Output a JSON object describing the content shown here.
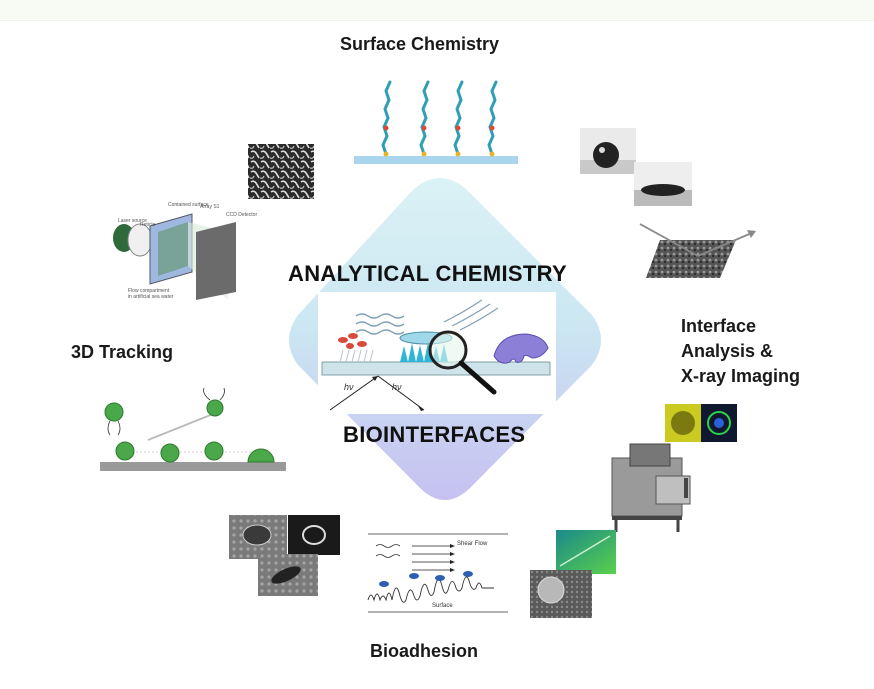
{
  "labels": {
    "surface_chemistry": "Surface Chemistry",
    "tracking_3d": "3D Tracking",
    "interface_analysis": "Interface\nAnalysis &\nX-ray Imaging",
    "bioadhesion": "Bioadhesion",
    "analytical_chemistry": "ANALYTICAL CHEMISTRY",
    "biointerfaces": "BIOINTERFACES"
  },
  "annotations": {
    "shear_flow": "Shear Flow",
    "surface": "Surface",
    "hv": "hν"
  },
  "colors": {
    "diamond_top": "#bfe6ef",
    "diamond_bottom": "#c8c3ee",
    "substrate": "#cfe4ea",
    "molecule_blue": "#3aa9c8",
    "molecule_red": "#d84a3a",
    "cell_green": "#3c9a3a",
    "accent_purple": "#7b6fd0"
  }
}
